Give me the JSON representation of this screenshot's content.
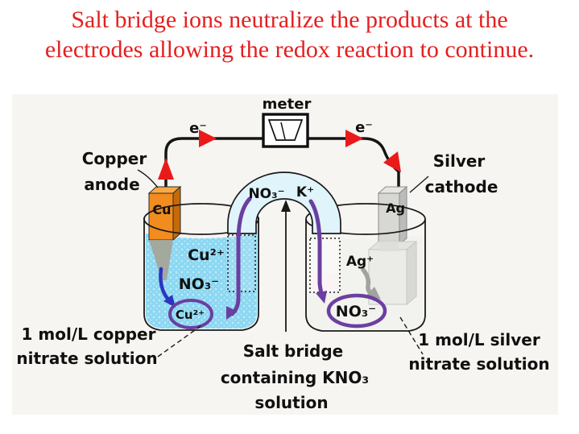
{
  "title": {
    "line1": "Salt bridge ions neutralize the products at the",
    "line2": "electrodes allowing the redox reaction to continue.",
    "color": "#e32020"
  },
  "labels": {
    "meter": "meter",
    "electron_left": "e⁻",
    "electron_right": "e⁻",
    "copper_line1": "Copper",
    "copper_line2": "anode",
    "silver_line1": "Silver",
    "silver_line2": "cathode",
    "electrode_cu": "Cu",
    "electrode_ag": "Ag",
    "bridge_no3": "NO₃⁻",
    "bridge_k": "K⁺",
    "cu2_ion": "Cu²⁺",
    "no3_ion_left": "NO₃⁻",
    "cu2_circled": "Cu²⁺",
    "ag_ion": "Ag⁺",
    "no3_circled": "NO₃⁻",
    "copper_solution_line1": "1 mol/L copper",
    "copper_solution_line2": "nitrate solution",
    "bridge_caption_line1": "Salt bridge",
    "bridge_caption_line2": "containing KNO₃",
    "bridge_caption_line3": "solution",
    "silver_solution_line1": "1 mol/L silver",
    "silver_solution_line2": "nitrate solution"
  },
  "colors": {
    "title_red": "#e32020",
    "arrow_red": "#ea1a1a",
    "solution_blue": "#8bd7f2",
    "silver_solution": "#f2f2ee",
    "bridge_blue": "#e0f4fb",
    "copper_orange": "#f28c1e",
    "copper_side": "#c66a08",
    "copper_top": "#f9aa45",
    "silver_gray": "#d7d7d4",
    "silver_side": "#bcbcba",
    "purple": "#6b3fa0",
    "wire_black": "#151515",
    "dissolve_arrow_blue": "#2c35c0",
    "dissolve_cone_gray": "#a5a496",
    "gray_arrow": "#a2a29e",
    "panel_bg": "#f6f5f1"
  }
}
